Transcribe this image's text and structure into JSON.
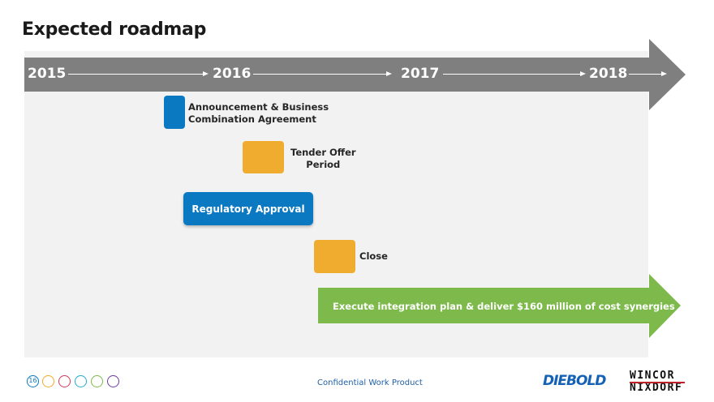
{
  "page": {
    "title": "Expected roadmap"
  },
  "timeline": {
    "years": [
      "2015",
      "2016",
      "2017",
      "2018"
    ]
  },
  "milestones": {
    "announcement": "Announcement & Business Combination Agreement",
    "announcement_line1": "Announcement & Business",
    "announcement_line2": "Combination Agreement",
    "tender_line1": "Tender Offer",
    "tender_line2": "Period",
    "regulatory": "Regulatory Approval",
    "close": "Close",
    "integration": "Execute integration plan & deliver $160 million of cost synergies"
  },
  "footer": {
    "page_number": "16",
    "confidential": "Confidential Work Product",
    "logo_diebold": "DIEBOLD",
    "logo_wincor_1": "WINCOR",
    "logo_wincor_2": "NIXDORF"
  },
  "colors": {
    "timeline_gray": "#7f7f7f",
    "blue": "#0b78c2",
    "orange": "#f0ac2e",
    "green": "#7dba4b",
    "circles": [
      "#0b78c2",
      "#f0ac2e",
      "#d6385a",
      "#22a9d6",
      "#7dba4b",
      "#6c3aa0"
    ]
  }
}
